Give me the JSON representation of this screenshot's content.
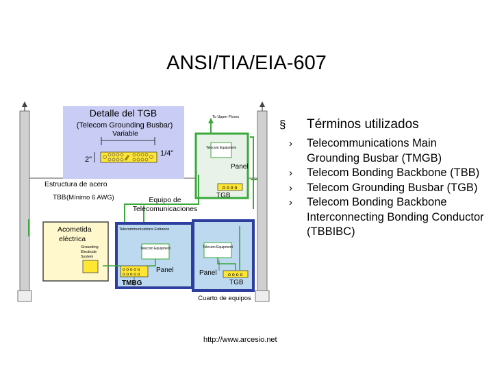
{
  "slide": {
    "title": "ANSI/TIA/EIA-607",
    "url": "http://www.arcesio.net"
  },
  "diagram": {
    "detail_title": "Detalle del TGB",
    "detail_subtitle": "(Telecom Grounding Busbar)",
    "variable_label": "Variable",
    "dim_2in": "2\"",
    "dim_quarter": "1/4\"",
    "to_upper_floors": "To Upper Floors",
    "telecom_equipment": "Telecom Equipment",
    "panel": "Panel",
    "tgb": "TGB",
    "tmbg": "TMBG",
    "steel_structure": "Estructura de acero",
    "tbb": "TBB",
    "tbb_note": "(Mínimo 6 AWG)",
    "telecom_equipment_es_1": "Equipo de",
    "telecom_equipment_es_2": "Telecomunicaciones",
    "acometida_1": "Acometida",
    "acometida_2": "eléctrica",
    "grounding_electrode_1": "Grounding",
    "grounding_electrode_2": "Electrode",
    "grounding_electrode_3": "System",
    "telecom_entrance": "Telecommunications Entrance",
    "equipment_room": "Cuarto de equipos"
  },
  "terms": {
    "heading_bullet": "§",
    "heading": "Términos utilizados",
    "items": [
      {
        "bullet": "›",
        "text": "Telecommunications Main Grounding Busbar (TMGB)"
      },
      {
        "bullet": "›",
        "text": "Telecom Bonding Backbone (TBB)"
      },
      {
        "bullet": "›",
        "text": "Telecom Grounding Busbar (TGB)"
      },
      {
        "bullet": "›",
        "text": "Telecom Bonding Backbone Interconnecting Bonding Conductor (TBBIBC)"
      }
    ]
  },
  "colors": {
    "detail_box": "#c9cdf5",
    "green_wire": "#3aa83a",
    "blue_room": "#2d3e9e",
    "light_blue_room": "#bcd9f0",
    "busbar": "#ffe633",
    "gray_column": "#c9c9c9"
  }
}
